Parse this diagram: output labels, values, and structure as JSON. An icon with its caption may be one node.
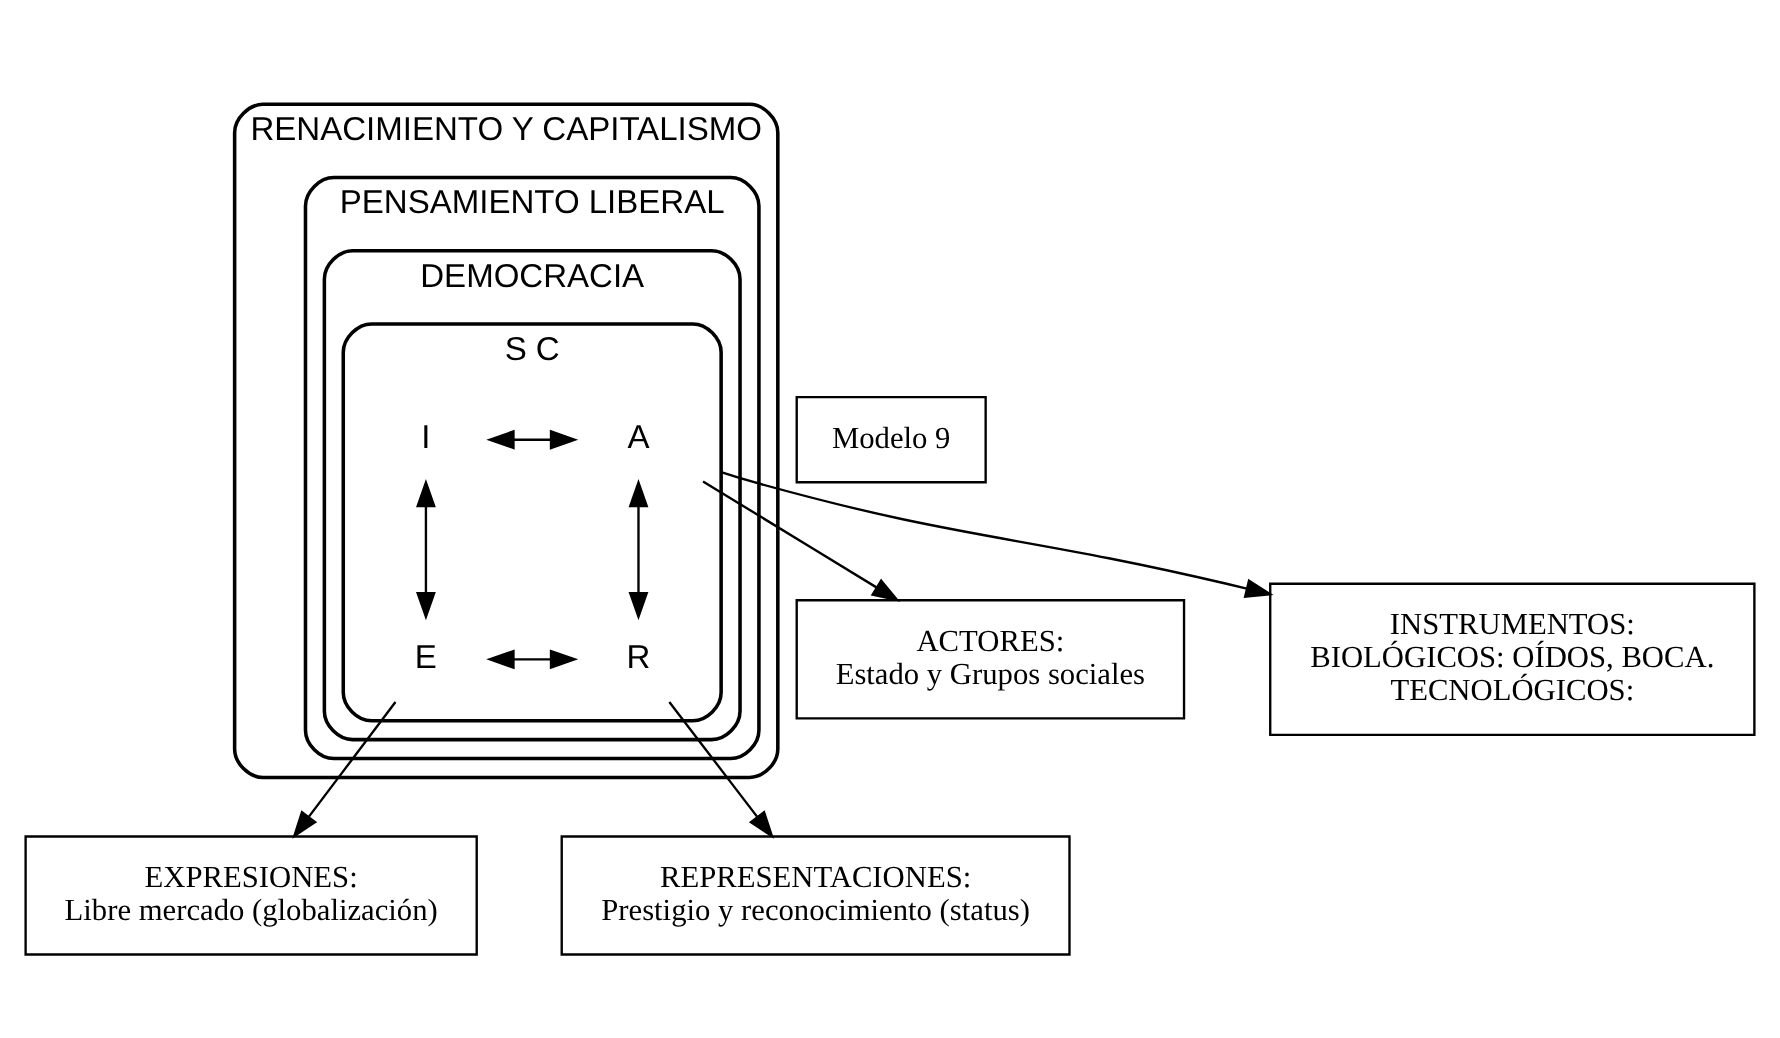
{
  "diagram": {
    "nodes": [
      {
        "text": [
          "RENACIMIENTO Y CAPITALISMO"
        ]
      },
      {
        "text": [
          "PENSAMIENTO LIBERAL"
        ],
        "in": 0
      },
      {
        "text": [
          "DEMOCRACIA"
        ],
        "in": 1
      },
      {
        "text": [
          "S C"
        ],
        "in": 2
      },
      {
        "text": [
          "A"
        ],
        "in": 3
      },
      {
        "text": [
          "I"
        ],
        "in": 3
      },
      {
        "text": [
          "E"
        ],
        "in": 3
      },
      {
        "text": [
          "R"
        ],
        "in": 3
      },
      {
        "text": [
          "ACTORES:",
          "Estado y Grupos sociales"
        ]
      },
      {
        "text": [
          "INSTRUMENTOS:",
          "BIOLÓGICOS: OÍDOS, BOCA.",
          "TECNOLÓGICOS:"
        ]
      },
      {
        "text": [
          "REPRESENTACIONES:",
          "Prestigio y reconocimiento (status)"
        ]
      },
      {
        "text": [
          "EXPRESIONES:",
          "Libre mercado (globalización)"
        ]
      },
      {
        "text": [
          "Modelo 9"
        ]
      }
    ],
    "edges": [
      {
        "from": 4,
        "to": 5,
        "arrow": "both"
      },
      {
        "from": 4,
        "to": 7,
        "arrow": "both"
      },
      {
        "from": 5,
        "to": 6,
        "arrow": "both"
      },
      {
        "from": 6,
        "to": 7,
        "arrow": "both"
      },
      {
        "from": 4,
        "to": 8,
        "arrow": "to"
      },
      {
        "from": 3,
        "to": 9,
        "arrow": "to"
      },
      {
        "from": 7,
        "to": 10,
        "arrow": "to"
      },
      {
        "from": 6,
        "to": 11,
        "arrow": "to"
      }
    ]
  }
}
